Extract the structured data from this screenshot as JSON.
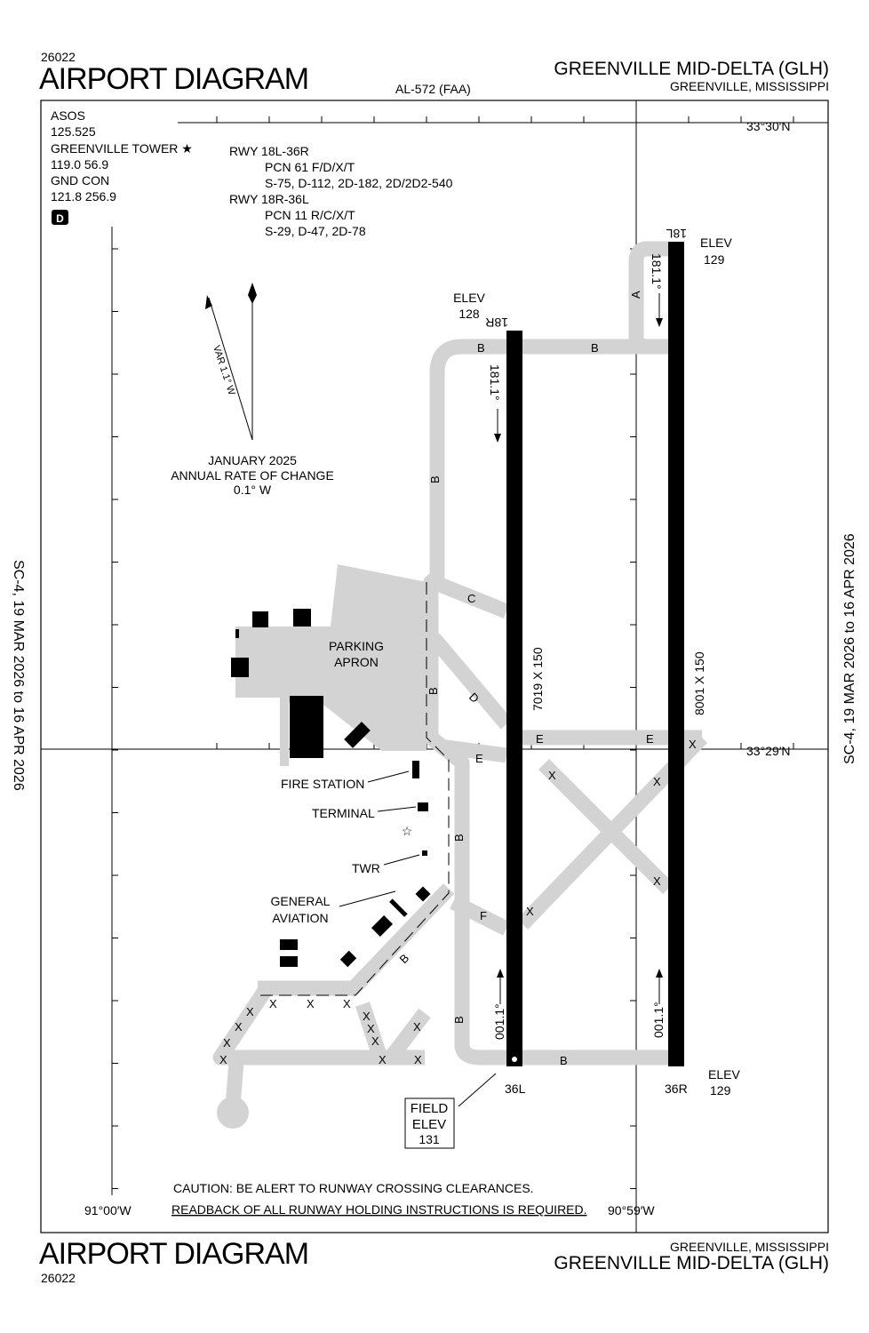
{
  "header": {
    "chart_no": "26022",
    "title": "AIRPORT DIAGRAM",
    "procedure": "AL-572 (FAA)",
    "airport": "GREENVILLE MID-DELTA (GLH)",
    "city": "GREENVILLE, MISSISSIPPI"
  },
  "footer": {
    "chart_no": "26022",
    "title": "AIRPORT DIAGRAM",
    "airport": "GREENVILLE MID-DELTA (GLH)",
    "city": "GREENVILLE, MISSISSIPPI"
  },
  "side": {
    "left": "SC-4,  19 MAR 2026  to  16 APR 2026",
    "right": "SC-4,  19 MAR 2026  to  16 APR 2026"
  },
  "comms": {
    "asos": "ASOS",
    "asos_freq": "125.525",
    "tower": "GREENVILLE TOWER ★",
    "tower_freq": "119.0  56.9",
    "gnd": "GND CON",
    "gnd_freq": "121.8  256.9",
    "d_badge": "D"
  },
  "runway_info": [
    {
      "rwy": "RWY  18L-36R",
      "pcn": "PCN 61 F/D/X/T",
      "weights": "S-75, D-112, 2D-182, 2D/2D2-540"
    },
    {
      "rwy": "RWY  18R-36L",
      "pcn": "PCN 11 R/C/X/T",
      "weights": "S-29, D-47, 2D-78"
    }
  ],
  "magvar": {
    "var": "VAR 1.1° W",
    "date": "JANUARY 2025",
    "rate_label": "ANNUAL RATE OF CHANGE",
    "rate": "0.1° W"
  },
  "coords": {
    "lat_n": "33°30′N",
    "lat_s": "33°29′N",
    "lon_w": "91°00′W",
    "lon_e": "90°59′W"
  },
  "runways": {
    "r18r": {
      "end_n": "18R",
      "end_s": "36L",
      "dims": "7019 X 150",
      "hdg_s": "181.1°",
      "hdg_n": "001.1°",
      "elev_n_label": "ELEV",
      "elev_n": "128"
    },
    "r18l": {
      "end_n": "18L",
      "end_s": "36R",
      "dims": "8001 X 150",
      "hdg_s": "181.1°",
      "hdg_n": "001.1°",
      "elev_n_label": "ELEV",
      "elev_n": "129",
      "elev_s_label": "ELEV",
      "elev_s": "129"
    }
  },
  "taxiways": {
    "a": "A",
    "b": "B",
    "c": "C",
    "d": "D",
    "e": "E",
    "f": "F"
  },
  "labels": {
    "apron1": "PARKING",
    "apron2": "APRON",
    "fire": "FIRE STATION",
    "terminal": "TERMINAL",
    "twr": "TWR",
    "ga1": "GENERAL",
    "ga2": "AVIATION",
    "field1": "FIELD",
    "field2": "ELEV",
    "field3": "131",
    "closed": "X"
  },
  "notes": {
    "caution": "CAUTION:  BE ALERT TO RUNWAY CROSSING CLEARANCES.",
    "readback": "READBACK OF ALL RUNWAY HOLDING INSTRUCTIONS IS REQUIRED."
  }
}
